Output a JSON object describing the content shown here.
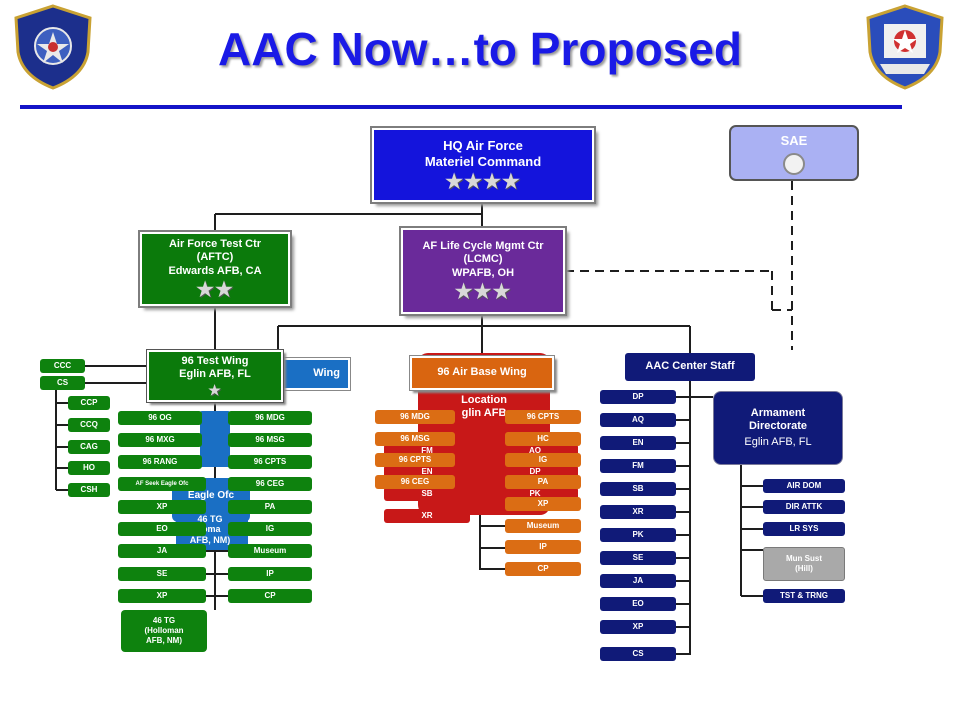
{
  "title": "AAC Now…to Proposed",
  "colors": {
    "title": "#1a1ae6",
    "hq": "#1414dc",
    "green": "#0e820e",
    "purple": "#6a2a9a",
    "navy": "#101a78",
    "red": "#c81818",
    "orange": "#db6d14",
    "blue": "#1a6fc4",
    "sae": "#aab1f3"
  },
  "emblems": {
    "left": "AIR FORCE MATERIEL COMMAND",
    "right": "AIR ARMAMENT CENTER"
  },
  "hq": {
    "line1": "HQ Air Force",
    "line2": "Materiel Command",
    "stars": "★★★★"
  },
  "sae": {
    "label": "SAE"
  },
  "aftc": {
    "line1": "Air Force Test Ctr",
    "line2": "(AFTC)",
    "line3": "Edwards AFB, CA",
    "stars": "★★"
  },
  "lcmc": {
    "line1": "AF Life Cycle Mgmt Ctr",
    "line2": "(LCMC)",
    "line3": "WPAFB, OH",
    "stars": "★★★"
  },
  "wing_blue": {
    "label": "Wing"
  },
  "test_wing": {
    "line1": "96 Test Wing",
    "line2": "Eglin AFB, FL",
    "stars": "★"
  },
  "abw": {
    "label": "96 Air Base Wing",
    "back_line1": "Location",
    "back_line2": "glin AFB"
  },
  "center_staff": {
    "label": "AAC Center Staff"
  },
  "armament": {
    "line1": "Armament",
    "line2": "Directorate",
    "line3": "Eglin AFB, FL"
  },
  "left_staff": {
    "ccc": "CCC",
    "cs": "CS",
    "items": [
      "CCP",
      "CCQ",
      "CAG",
      "HO",
      "CSH"
    ]
  },
  "test_wing_left": [
    "96 OG",
    "96 MXG",
    "96 RANG",
    "AF Seek Eagle Ofc",
    "XP",
    "EO",
    "JA",
    "SE",
    "XP"
  ],
  "test_wing_right": [
    "96 MDG",
    "96 MSG",
    "96 CPTS",
    "96 CEG",
    "PA",
    "IG",
    "Museum",
    "IP",
    "CP"
  ],
  "ghost_text": {
    "seek": "Eagle Ofc",
    "tg_line1": "46 TG",
    "tg_line2": "loma",
    "tg_line3": "AFB, NM)"
  },
  "tg46": {
    "line1": "46 TG",
    "line2": "(Holloman",
    "line3": "AFB, NM)"
  },
  "abw_left": [
    "96 MDG",
    "96 MSG",
    "96 CPTS",
    "96 CEG"
  ],
  "abw_red_left": [
    "FM",
    "EN",
    "SB",
    "XR"
  ],
  "abw_right_orange": [
    "96 CPTS",
    "HC",
    "IG",
    "PA",
    "XP",
    "Museum",
    "IP",
    "CP"
  ],
  "abw_red_right": [
    "AQ",
    "DP",
    "PK"
  ],
  "center_staff_items": [
    "DP",
    "AQ",
    "EN",
    "FM",
    "SB",
    "XR",
    "PK",
    "SE",
    "JA",
    "EO",
    "XP",
    "CS"
  ],
  "armament_items": [
    "AIR DOM",
    "DIR ATTK",
    "LR SYS",
    "Mun Sust",
    "(Hill)",
    "TST & TRNG"
  ]
}
